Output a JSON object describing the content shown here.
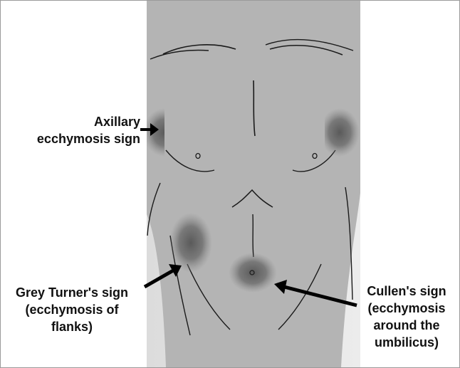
{
  "labels": {
    "axillary": "Axillary\necchymosis sign",
    "grey_turner": "Grey Turner's sign\n(ecchymosis of\nflanks)",
    "cullen": "Cullen's sign\n(ecchymosis\naround the\numbilicus)"
  },
  "colors": {
    "skin": "#b4b4b4",
    "background_light": "#e2e2e2",
    "bruise": "#5a5a5a",
    "outline": "#1a1a1a",
    "arrow": "#000000"
  }
}
